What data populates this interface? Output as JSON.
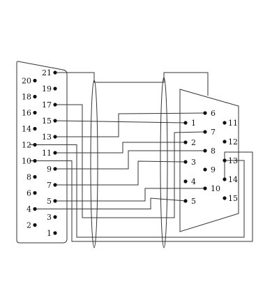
{
  "left_connector": {
    "pins": [
      {
        "n": "21",
        "side": "right"
      },
      {
        "n": "20",
        "side": "left"
      },
      {
        "n": "19",
        "side": "right"
      },
      {
        "n": "18",
        "side": "left"
      },
      {
        "n": "17",
        "side": "right"
      },
      {
        "n": "16",
        "side": "left"
      },
      {
        "n": "15",
        "side": "right"
      },
      {
        "n": "14",
        "side": "left"
      },
      {
        "n": "13",
        "side": "right"
      },
      {
        "n": "12",
        "side": "left"
      },
      {
        "n": "11",
        "side": "right"
      },
      {
        "n": "10",
        "side": "left"
      },
      {
        "n": "9",
        "side": "right"
      },
      {
        "n": "8",
        "side": "left"
      },
      {
        "n": "7",
        "side": "right"
      },
      {
        "n": "6",
        "side": "left"
      },
      {
        "n": "5",
        "side": "right"
      },
      {
        "n": "4",
        "side": "left"
      },
      {
        "n": "3",
        "side": "right"
      },
      {
        "n": "2",
        "side": "left"
      },
      {
        "n": "1",
        "side": "right"
      }
    ]
  },
  "right_connector": {
    "pins": [
      {
        "n": "1",
        "col": "left"
      },
      {
        "n": "2",
        "col": "left"
      },
      {
        "n": "3",
        "col": "left"
      },
      {
        "n": "4",
        "col": "left"
      },
      {
        "n": "5",
        "col": "left"
      },
      {
        "n": "6",
        "col": "mid"
      },
      {
        "n": "7",
        "col": "mid"
      },
      {
        "n": "8",
        "col": "mid"
      },
      {
        "n": "9",
        "col": "mid"
      },
      {
        "n": "10",
        "col": "mid"
      },
      {
        "n": "11",
        "col": "right"
      },
      {
        "n": "12",
        "col": "right"
      },
      {
        "n": "13",
        "col": "right"
      },
      {
        "n": "14",
        "col": "right"
      },
      {
        "n": "15",
        "col": "right"
      }
    ]
  },
  "connections": [
    {
      "from": "21",
      "to": "shell"
    },
    {
      "from": "15",
      "to": "1"
    },
    {
      "from": "13",
      "to": "6"
    },
    {
      "from": "11",
      "to": "2"
    },
    {
      "from": "9",
      "to": "8"
    },
    {
      "from": "7",
      "to": "3"
    },
    {
      "from": "5",
      "to": "10"
    },
    {
      "from": "4",
      "to": "5"
    },
    {
      "from": "17",
      "to": "7"
    },
    {
      "from": "12",
      "to": "13"
    },
    {
      "from": "10",
      "to": "14"
    }
  ]
}
